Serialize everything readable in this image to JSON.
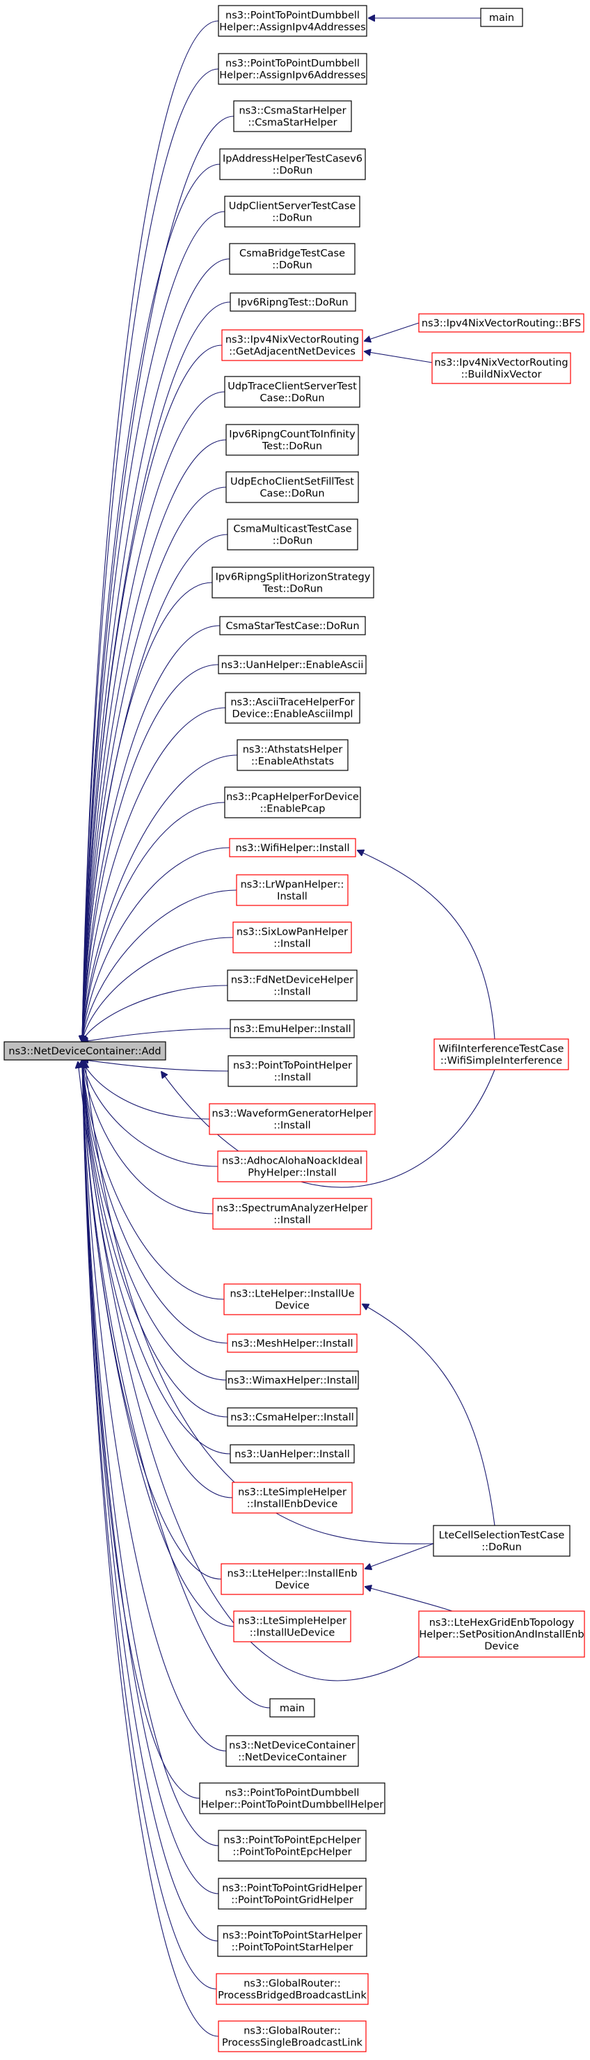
{
  "graph": {
    "colors": {
      "edge": "#191970",
      "highlight_fill": "#bfbfbf",
      "red_border": "#ff0000",
      "black_border": "#000000"
    },
    "root": {
      "id": "root",
      "lines": [
        "ns3::NetDeviceContainer::Add"
      ]
    },
    "nodes": [
      {
        "id": "n01",
        "lines": [
          "ns3::PointToPointDumbbell",
          "Helper::AssignIpv4Addresses"
        ],
        "border": "black"
      },
      {
        "id": "n02",
        "lines": [
          "ns3::PointToPointDumbbell",
          "Helper::AssignIpv6Addresses"
        ],
        "border": "black"
      },
      {
        "id": "n03",
        "lines": [
          "ns3::CsmaStarHelper",
          "::CsmaStarHelper"
        ],
        "border": "black"
      },
      {
        "id": "n04",
        "lines": [
          "IpAddressHelperTestCasev6",
          "::DoRun"
        ],
        "border": "black"
      },
      {
        "id": "n05",
        "lines": [
          "UdpClientServerTestCase",
          "::DoRun"
        ],
        "border": "black"
      },
      {
        "id": "n06",
        "lines": [
          "CsmaBridgeTestCase",
          "::DoRun"
        ],
        "border": "black"
      },
      {
        "id": "n07",
        "lines": [
          "Ipv6RipngTest::DoRun"
        ],
        "border": "black"
      },
      {
        "id": "n08",
        "lines": [
          "ns3::Ipv4NixVectorRouting",
          "::GetAdjacentNetDevices"
        ],
        "border": "red"
      },
      {
        "id": "n09",
        "lines": [
          "UdpTraceClientServerTest",
          "Case::DoRun"
        ],
        "border": "black"
      },
      {
        "id": "n10",
        "lines": [
          "Ipv6RipngCountToInfinity",
          "Test::DoRun"
        ],
        "border": "black"
      },
      {
        "id": "n11",
        "lines": [
          "UdpEchoClientSetFillTest",
          "Case::DoRun"
        ],
        "border": "black"
      },
      {
        "id": "n12",
        "lines": [
          "CsmaMulticastTestCase",
          "::DoRun"
        ],
        "border": "black"
      },
      {
        "id": "n13",
        "lines": [
          "Ipv6RipngSplitHorizonStrategy",
          "Test::DoRun"
        ],
        "border": "black"
      },
      {
        "id": "n14",
        "lines": [
          "CsmaStarTestCase::DoRun"
        ],
        "border": "black"
      },
      {
        "id": "n15",
        "lines": [
          "ns3::UanHelper::EnableAscii"
        ],
        "border": "black"
      },
      {
        "id": "n16",
        "lines": [
          "ns3::AsciiTraceHelperFor",
          "Device::EnableAsciiImpl"
        ],
        "border": "black"
      },
      {
        "id": "n17",
        "lines": [
          "ns3::AthstatsHelper",
          "::EnableAthstats"
        ],
        "border": "black"
      },
      {
        "id": "n18",
        "lines": [
          "ns3::PcapHelperForDevice",
          "::EnablePcap"
        ],
        "border": "black"
      },
      {
        "id": "n19",
        "lines": [
          "ns3::WifiHelper::Install"
        ],
        "border": "red"
      },
      {
        "id": "n20",
        "lines": [
          "ns3::LrWpanHelper::",
          "Install"
        ],
        "border": "red"
      },
      {
        "id": "n21",
        "lines": [
          "ns3::SixLowPanHelper",
          "::Install"
        ],
        "border": "red"
      },
      {
        "id": "n22",
        "lines": [
          "ns3::FdNetDeviceHelper",
          "::Install"
        ],
        "border": "black"
      },
      {
        "id": "n23",
        "lines": [
          "ns3::EmuHelper::Install"
        ],
        "border": "black"
      },
      {
        "id": "n24",
        "lines": [
          "ns3::PointToPointHelper",
          "::Install"
        ],
        "border": "black"
      },
      {
        "id": "n25",
        "lines": [
          "ns3::WaveformGeneratorHelper",
          "::Install"
        ],
        "border": "red"
      },
      {
        "id": "n26",
        "lines": [
          "ns3::AdhocAlohaNoackIdeal",
          "PhyHelper::Install"
        ],
        "border": "red"
      },
      {
        "id": "n27",
        "lines": [
          "ns3::SpectrumAnalyzerHelper",
          "::Install"
        ],
        "border": "red"
      },
      {
        "id": "n28",
        "lines": [
          "ns3::LteHelper::InstallUe",
          "Device"
        ],
        "border": "red"
      },
      {
        "id": "n29",
        "lines": [
          "ns3::MeshHelper::Install"
        ],
        "border": "red"
      },
      {
        "id": "n30",
        "lines": [
          "ns3::WimaxHelper::Install"
        ],
        "border": "black"
      },
      {
        "id": "n31",
        "lines": [
          "ns3::CsmaHelper::Install"
        ],
        "border": "black"
      },
      {
        "id": "n32",
        "lines": [
          "ns3::UanHelper::Install"
        ],
        "border": "black"
      },
      {
        "id": "n33",
        "lines": [
          "ns3::LteSimpleHelper",
          "::InstallEnbDevice"
        ],
        "border": "red"
      },
      {
        "id": "n34",
        "lines": [
          "ns3::LteHelper::InstallEnb",
          "Device"
        ],
        "border": "red"
      },
      {
        "id": "n35",
        "lines": [
          "ns3::LteSimpleHelper",
          "::InstallUeDevice"
        ],
        "border": "red"
      },
      {
        "id": "n36",
        "lines": [
          "main"
        ],
        "border": "black"
      },
      {
        "id": "n37",
        "lines": [
          "ns3::NetDeviceContainer",
          "::NetDeviceContainer"
        ],
        "border": "black"
      },
      {
        "id": "n38",
        "lines": [
          "ns3::PointToPointDumbbell",
          "Helper::PointToPointDumbbellHelper"
        ],
        "border": "black"
      },
      {
        "id": "n39",
        "lines": [
          "ns3::PointToPointEpcHelper",
          "::PointToPointEpcHelper"
        ],
        "border": "black"
      },
      {
        "id": "n40",
        "lines": [
          "ns3::PointToPointGridHelper",
          "::PointToPointGridHelper"
        ],
        "border": "black"
      },
      {
        "id": "n41",
        "lines": [
          "ns3::PointToPointStarHelper",
          "::PointToPointStarHelper"
        ],
        "border": "black"
      },
      {
        "id": "n42",
        "lines": [
          "ns3::GlobalRouter::",
          "ProcessBridgedBroadcastLink"
        ],
        "border": "red"
      },
      {
        "id": "n43",
        "lines": [
          "ns3::GlobalRouter::",
          "ProcessSingleBroadcastLink"
        ],
        "border": "red"
      },
      {
        "id": "m01",
        "lines": [
          "main"
        ],
        "border": "black"
      },
      {
        "id": "m02",
        "lines": [
          "ns3::Ipv4NixVectorRouting::BFS"
        ],
        "border": "red"
      },
      {
        "id": "m03",
        "lines": [
          "ns3::Ipv4NixVectorRouting",
          "::BuildNixVector"
        ],
        "border": "red"
      },
      {
        "id": "m04",
        "lines": [
          "WifiInterferenceTestCase",
          "::WifiSimpleInterference"
        ],
        "border": "red"
      },
      {
        "id": "m05",
        "lines": [
          "LteCellSelectionTestCase",
          "::DoRun"
        ],
        "border": "black"
      },
      {
        "id": "m06",
        "lines": [
          "ns3::LteHexGridEnbTopology",
          "Helper::SetPositionAndInstallEnb",
          "Device"
        ],
        "border": "red"
      }
    ],
    "edges": [
      {
        "from": "n01",
        "to": "root"
      },
      {
        "from": "n02",
        "to": "root"
      },
      {
        "from": "n03",
        "to": "root"
      },
      {
        "from": "n04",
        "to": "root"
      },
      {
        "from": "n05",
        "to": "root"
      },
      {
        "from": "n06",
        "to": "root"
      },
      {
        "from": "n07",
        "to": "root"
      },
      {
        "from": "n08",
        "to": "root"
      },
      {
        "from": "n09",
        "to": "root"
      },
      {
        "from": "n10",
        "to": "root"
      },
      {
        "from": "n11",
        "to": "root"
      },
      {
        "from": "n12",
        "to": "root"
      },
      {
        "from": "n13",
        "to": "root"
      },
      {
        "from": "n14",
        "to": "root"
      },
      {
        "from": "n15",
        "to": "root"
      },
      {
        "from": "n16",
        "to": "root"
      },
      {
        "from": "n17",
        "to": "root"
      },
      {
        "from": "n18",
        "to": "root"
      },
      {
        "from": "n19",
        "to": "root"
      },
      {
        "from": "n20",
        "to": "root"
      },
      {
        "from": "n21",
        "to": "root"
      },
      {
        "from": "n22",
        "to": "root"
      },
      {
        "from": "n23",
        "to": "root"
      },
      {
        "from": "n24",
        "to": "root"
      },
      {
        "from": "n25",
        "to": "root"
      },
      {
        "from": "n26",
        "to": "root"
      },
      {
        "from": "n27",
        "to": "root"
      },
      {
        "from": "n28",
        "to": "root"
      },
      {
        "from": "n29",
        "to": "root"
      },
      {
        "from": "n30",
        "to": "root"
      },
      {
        "from": "n31",
        "to": "root"
      },
      {
        "from": "n32",
        "to": "root"
      },
      {
        "from": "n33",
        "to": "root"
      },
      {
        "from": "n34",
        "to": "root"
      },
      {
        "from": "n35",
        "to": "root"
      },
      {
        "from": "n36",
        "to": "root"
      },
      {
        "from": "n37",
        "to": "root"
      },
      {
        "from": "n38",
        "to": "root"
      },
      {
        "from": "n39",
        "to": "root"
      },
      {
        "from": "n40",
        "to": "root"
      },
      {
        "from": "n41",
        "to": "root"
      },
      {
        "from": "n42",
        "to": "root"
      },
      {
        "from": "n43",
        "to": "root"
      },
      {
        "from": "m04",
        "to": "root"
      },
      {
        "from": "m05",
        "to": "root"
      },
      {
        "from": "m06",
        "to": "root"
      },
      {
        "from": "m01",
        "to": "n01"
      },
      {
        "from": "m02",
        "to": "n08"
      },
      {
        "from": "m03",
        "to": "n08"
      },
      {
        "from": "m04",
        "to": "n19"
      },
      {
        "from": "m05",
        "to": "n28"
      },
      {
        "from": "m05",
        "to": "n34"
      },
      {
        "from": "m06",
        "to": "n34"
      }
    ]
  }
}
